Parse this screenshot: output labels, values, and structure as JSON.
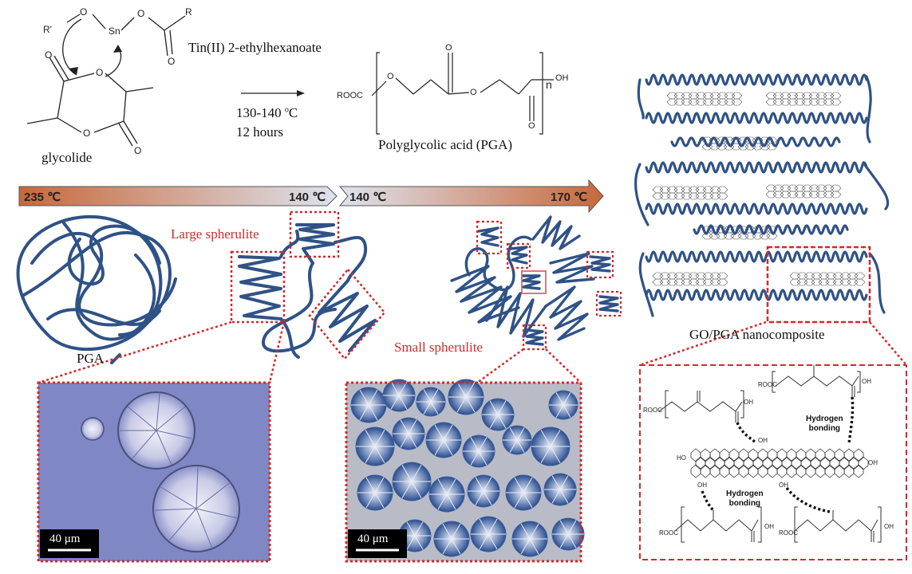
{
  "reaction": {
    "catalyst": "Tin(II)  2-ethylhexanoate",
    "monomer": "glycolide",
    "conditions_temp_prefix": "130-140 ",
    "conditions_temp_sup": "o",
    "conditions_temp_unit": "C",
    "conditions_time": "12 hours",
    "product": "Polyglycolic  acid (PGA)",
    "atom_R_prime": "R'",
    "atom_R": "R",
    "atom_Sn": "Sn",
    "atom_O": "O",
    "product_end_rooc": "ROOC",
    "product_end_oh": "OH",
    "product_n": "n"
  },
  "temperature_bar": {
    "t_start": "235 ℃",
    "t_mid_left": "140 ℃",
    "t_mid_right": "140 ℃",
    "t_end": "170 ℃",
    "colors": {
      "hot": "#c8683a",
      "cool": "#dde3ee",
      "outline": "#555555"
    }
  },
  "labels": {
    "pga": "PGA",
    "large_spherulite": "Large spherulite",
    "small_spherulite": "Small spherulite",
    "nanocomposite": "GO/PGA nanocomposite",
    "scale_left": "40 μm",
    "scale_right": "40 μm"
  },
  "inset": {
    "hydrogen_bonding_top": "Hydrogen\nbonding",
    "hydrogen_bonding_mid": "Hydrogen\nbonding",
    "oh": "OH",
    "ho": "HO",
    "rooc": "ROOC"
  },
  "colors": {
    "chain": "#2f5286",
    "highlight": "#d02b2b",
    "micrograph_left_bg": "#7f87c4",
    "micrograph_right_bg": "#b9bcc6"
  }
}
